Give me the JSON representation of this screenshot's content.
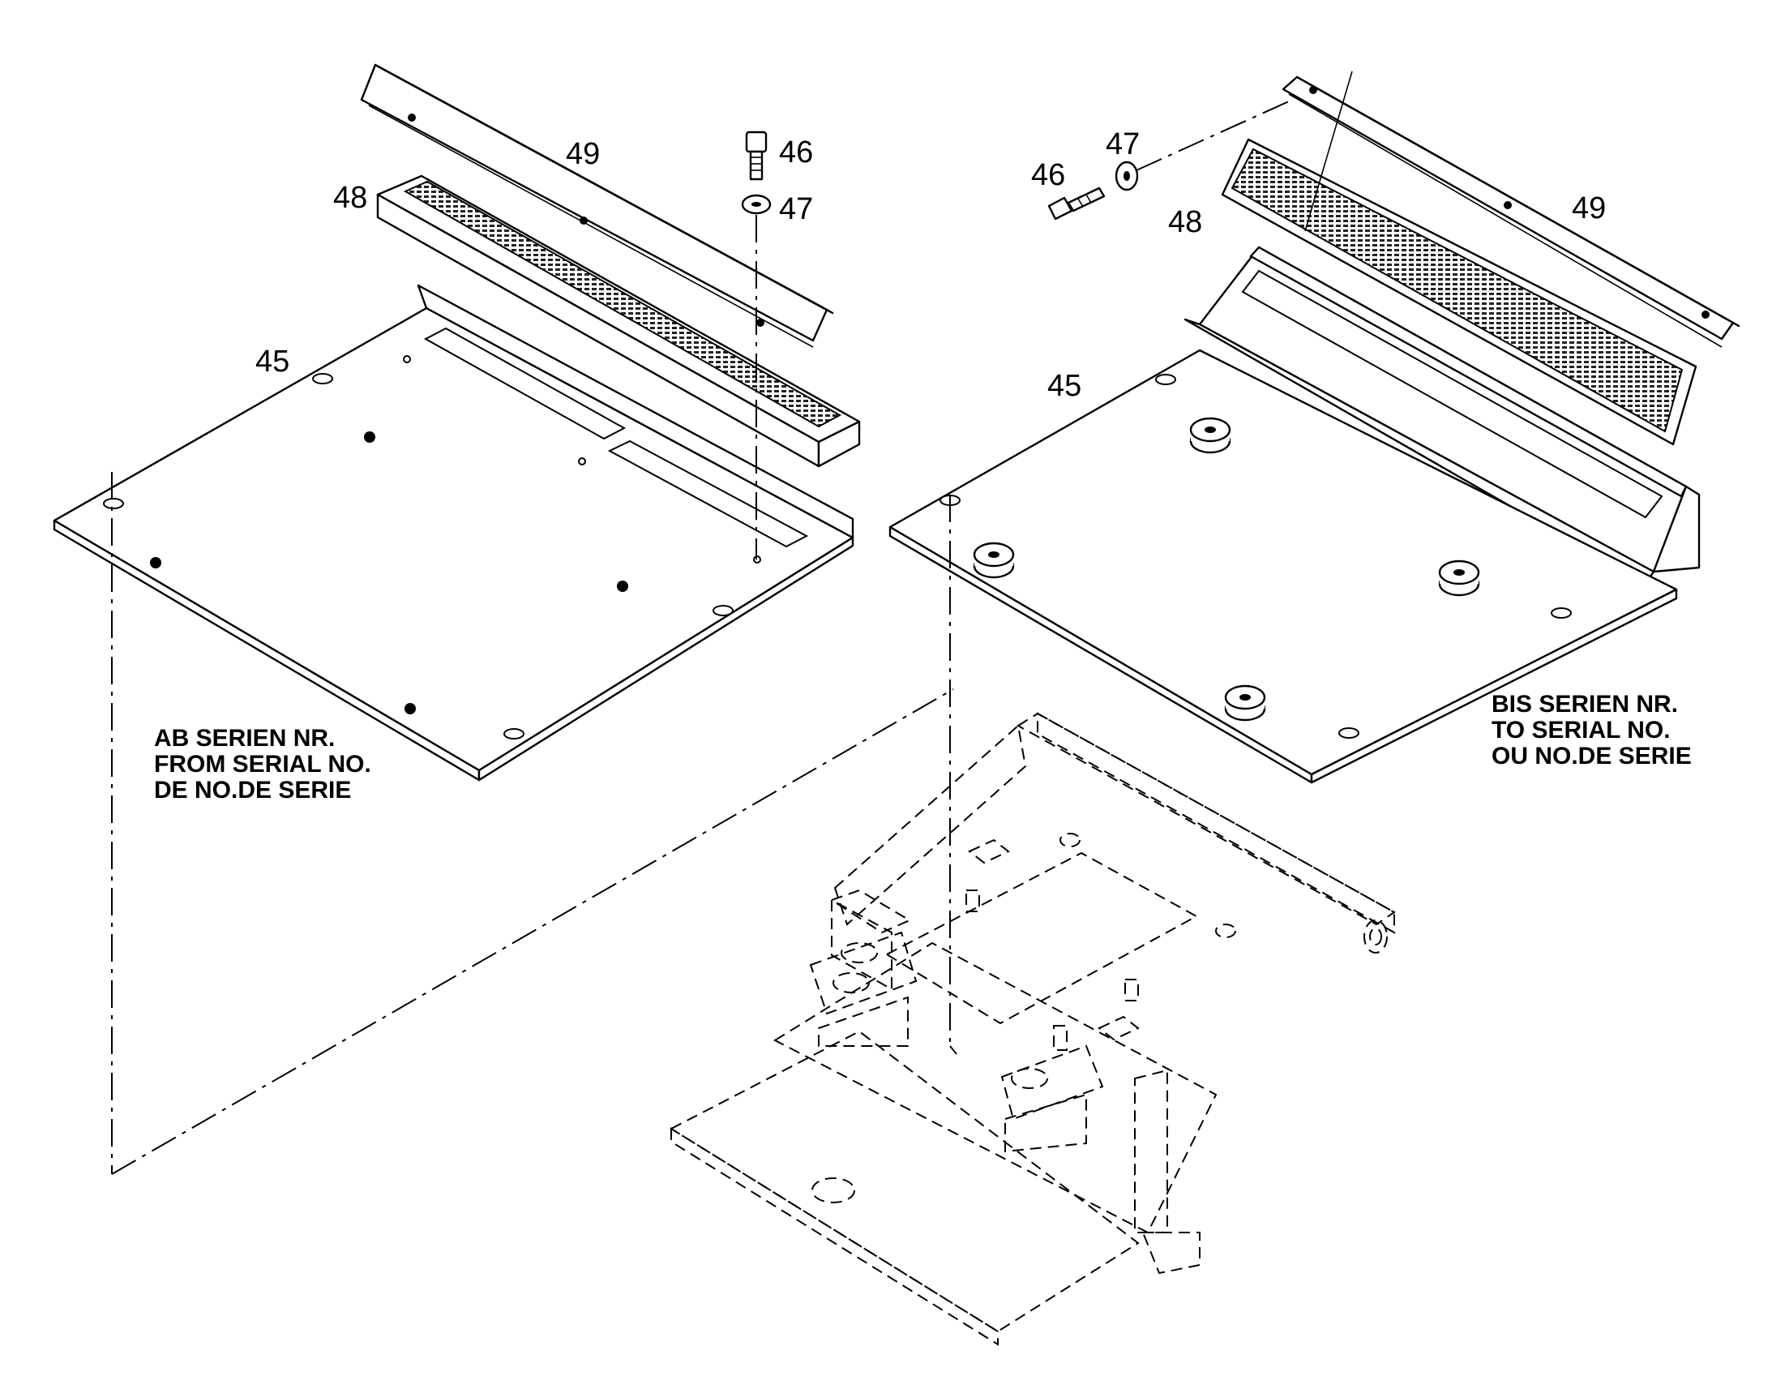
{
  "callouts_left": {
    "rail": "49",
    "grille": "48",
    "bolt": "46",
    "washer": "47",
    "plate": "45"
  },
  "callouts_right": {
    "rail": "49",
    "grille": "48",
    "bolt": "46",
    "washer": "47",
    "plate": "45"
  },
  "note_left": {
    "line1": "AB SERIEN NR.",
    "line2": "FROM SERIAL NO.",
    "line3": "DE NO.DE SERIE"
  },
  "note_right": {
    "line1": "BIS SERIEN NR.",
    "line2": "TO SERIAL NO.",
    "line3": "OU NO.DE SERIE"
  }
}
